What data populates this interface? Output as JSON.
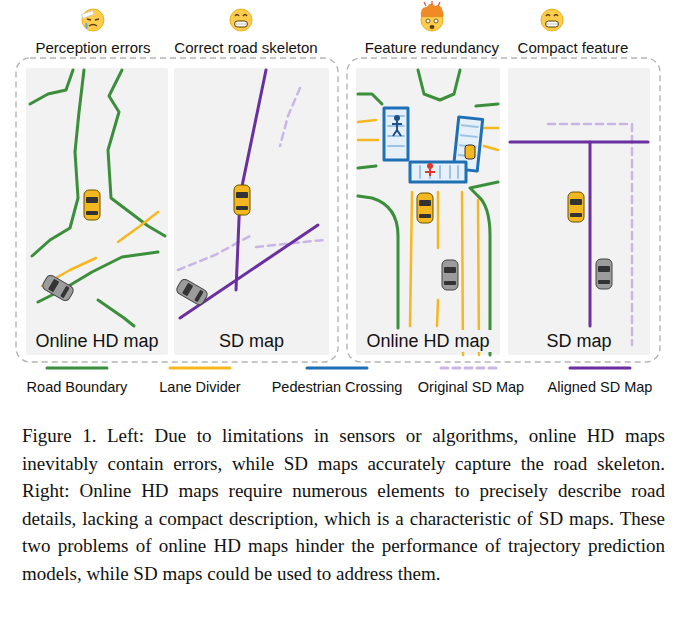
{
  "diagram": {
    "caption": "Figure 1. Left: Due to limitations in sensors or algorithms, online HD maps inevitably contain errors, while SD maps accurately capture the road skeleton. Right: Online HD maps require numerous elements to precisely describe road details, lacking a compact description, which is a characteristic of SD maps. These two problems of online HD maps hinder the performance of trajectory prediction models, while SD maps could be used to address them.",
    "nodes": [
      {
        "text": [
          "Online HD map"
        ]
      },
      {
        "text": [
          "SD map"
        ]
      },
      {
        "text": [
          "Online HD map"
        ]
      },
      {
        "text": [
          "SD map"
        ]
      }
    ],
    "labels": [
      "Perception errors",
      "Correct road skeleton",
      "Feature redundancy",
      "Compact feature"
    ],
    "legend": [
      {
        "text": "Road Boundary"
      },
      {
        "text": "Lane Divider"
      },
      {
        "text": "Pedestrian Crossing"
      },
      {
        "text": "Original SD Map"
      },
      {
        "text": "Aligned SD Map"
      }
    ]
  }
}
